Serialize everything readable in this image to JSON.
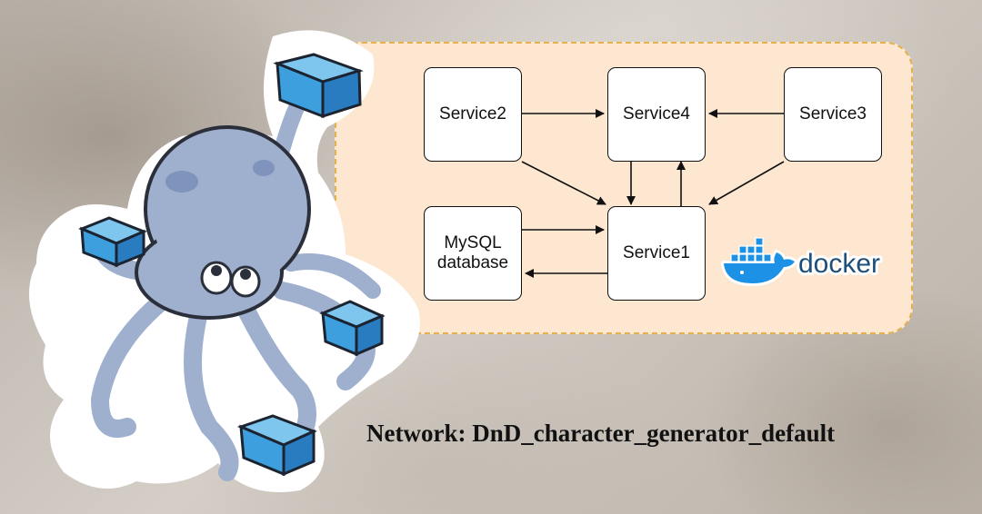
{
  "diagram": {
    "nodes": {
      "service2": "Service2",
      "service4": "Service4",
      "service3": "Service3",
      "service1": "Service1",
      "mysql_line1": "MySQL",
      "mysql_line2": "database"
    },
    "edges": [
      {
        "from": "Service2",
        "to": "Service4"
      },
      {
        "from": "Service3",
        "to": "Service4"
      },
      {
        "from": "Service2",
        "to": "Service1"
      },
      {
        "from": "Service4",
        "to": "Service1"
      },
      {
        "from": "Service1",
        "to": "Service4"
      },
      {
        "from": "Service3",
        "to": "Service1"
      },
      {
        "from": "MySQL database",
        "to": "Service1"
      },
      {
        "from": "Service1",
        "to": "MySQL database"
      }
    ],
    "docker_logo_text": "docker",
    "caption": "Network: DnD_character_generator_default"
  },
  "colors": {
    "panel_fill": "#fde7d1",
    "panel_border": "#e3b24d",
    "docker_blue": "#1d91e5",
    "octopus_body": "#9fb0cf",
    "container_blue": "#3d9fde"
  },
  "icons": [
    "docker-compose-octopus-icon",
    "docker-whale-icon"
  ]
}
